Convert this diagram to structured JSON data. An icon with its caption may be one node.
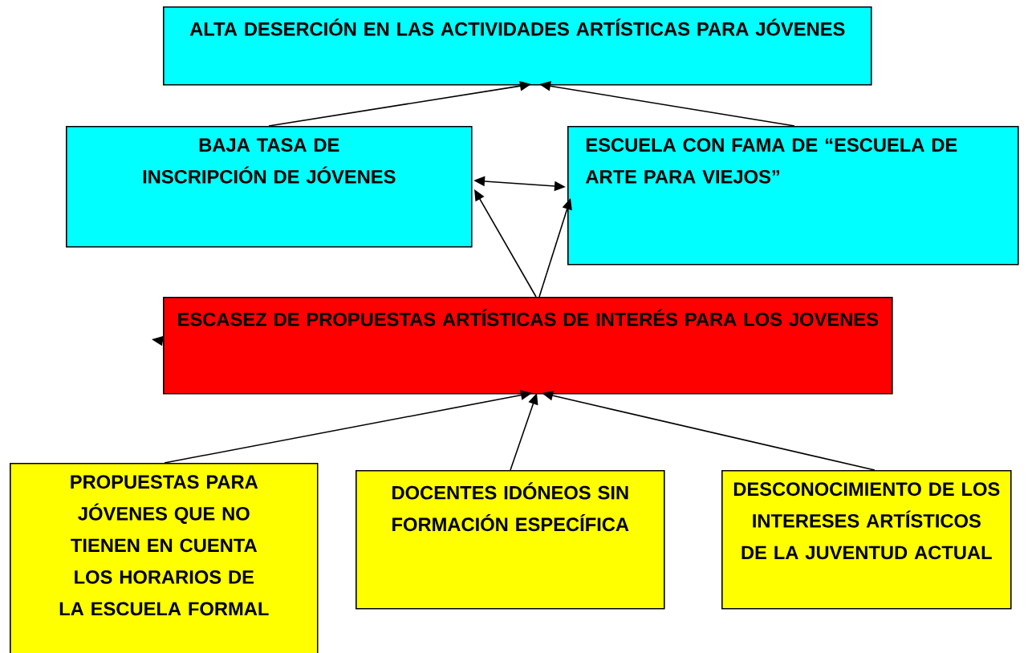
{
  "diagram": {
    "nodes": [
      {
        "text": [
          "ALTA DESERCIÓN EN LAS ACTIVIDADES ARTÍSTICAS PARA JÓVENES"
        ]
      },
      {
        "text": [
          "BAJA TASA DE INSCRIPCIÓN DE JÓVENES"
        ]
      },
      {
        "text": [
          "ESCUELA CON FAMA DE “ESCUELA DE ARTE PARA VIEJOS”"
        ]
      },
      {
        "text": [
          "ESCASEZ DE PROPUESTAS ARTÍSTICAS DE INTERÉS PARA LOS JOVENES"
        ]
      },
      {
        "text": [
          "PROPUESTAS PARA JÓVENES QUE NO TIENEN EN CUENTA LOS HORARIOS DE LA ESCUELA FORMAL"
        ]
      },
      {
        "text": [
          "DOCENTES IDÓNEOS SIN FORMACIÓN ESPECÍFICA"
        ]
      },
      {
        "text": [
          "DESCONOCIMIENTO DE LOS INTERESES ARTÍSTICOS DE LA JUVENTUD ACTUAL"
        ]
      }
    ],
    "edges": [
      {
        "from": 1,
        "to": 0,
        "arrow": "to"
      },
      {
        "from": 2,
        "to": 0,
        "arrow": "to"
      },
      {
        "from": 1,
        "to": 2,
        "arrow": "both"
      },
      {
        "from": 3,
        "to": 1,
        "arrow": "to"
      },
      {
        "from": 3,
        "to": 2,
        "arrow": "to"
      },
      {
        "from": 4,
        "to": 3,
        "arrow": "to"
      },
      {
        "from": 5,
        "to": 3,
        "arrow": "to"
      },
      {
        "from": 6,
        "to": 3,
        "arrow": "to"
      },
      {
        "from": 3,
        "to": null,
        "arrow": "to"
      }
    ]
  }
}
